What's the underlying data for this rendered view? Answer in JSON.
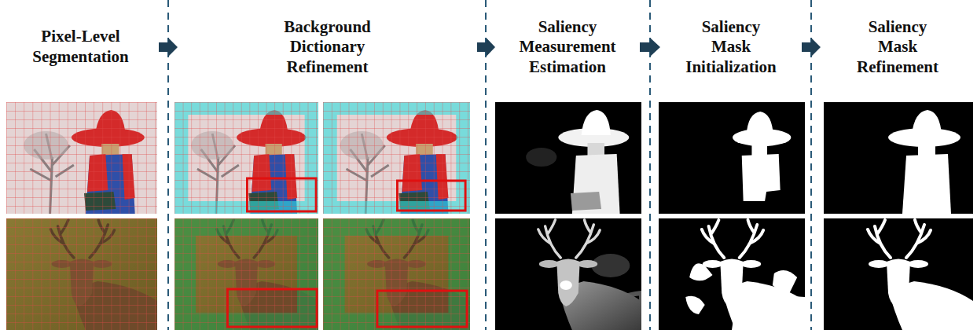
{
  "diagram": {
    "nodes": [
      {
        "text": [
          "Pixel-Level Segmentation"
        ]
      },
      {
        "text": [
          "Background Dictionary Refinement"
        ]
      },
      {
        "text": [
          "Saliency Measurement Estimation"
        ]
      },
      {
        "text": [
          "Saliency Mask Initialization"
        ]
      },
      {
        "text": [
          "Saliency Mask Refinement"
        ]
      }
    ],
    "edges": [
      {
        "from": 0,
        "to": 1,
        "arrow": "to"
      },
      {
        "from": 1,
        "to": 2,
        "arrow": "to"
      },
      {
        "from": 2,
        "to": 3,
        "arrow": "to"
      },
      {
        "from": 3,
        "to": 4,
        "arrow": "to"
      }
    ]
  }
}
